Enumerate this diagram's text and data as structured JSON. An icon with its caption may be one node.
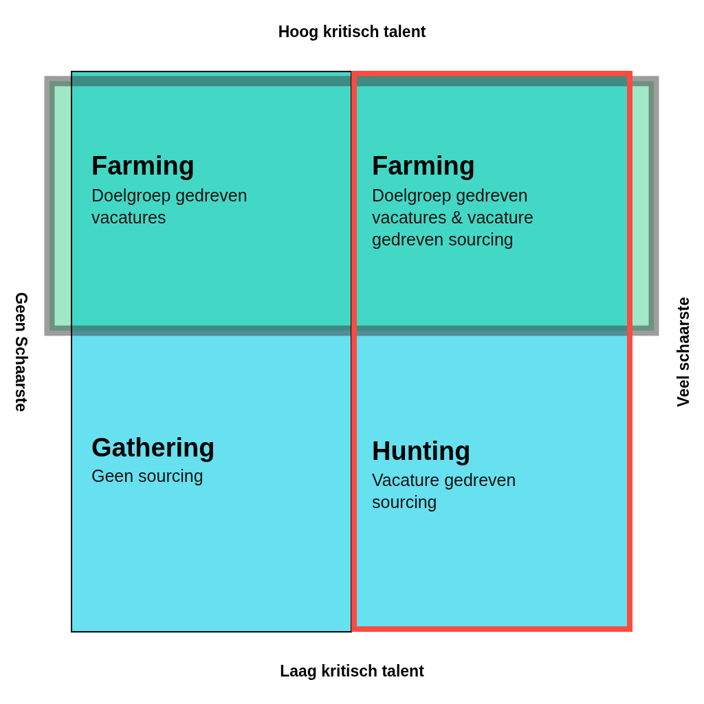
{
  "diagram": {
    "nodes": [
      {
        "text": [
          "Farming",
          "Doelgroep gedreven vacatures"
        ]
      },
      {
        "text": [
          "Farming",
          "Doelgroep gedreven vacatures & vacature gedreven sourcing"
        ]
      },
      {
        "text": [
          "Gathering",
          "Geen sourcing"
        ]
      },
      {
        "text": [
          "Hunting",
          "Vacature gedreven sourcing"
        ]
      }
    ],
    "edges": [],
    "labels": [
      "Hoog kritisch talent",
      "Geen Schaarste",
      "Veel schaarste",
      "Laag kritisch talent"
    ]
  }
}
